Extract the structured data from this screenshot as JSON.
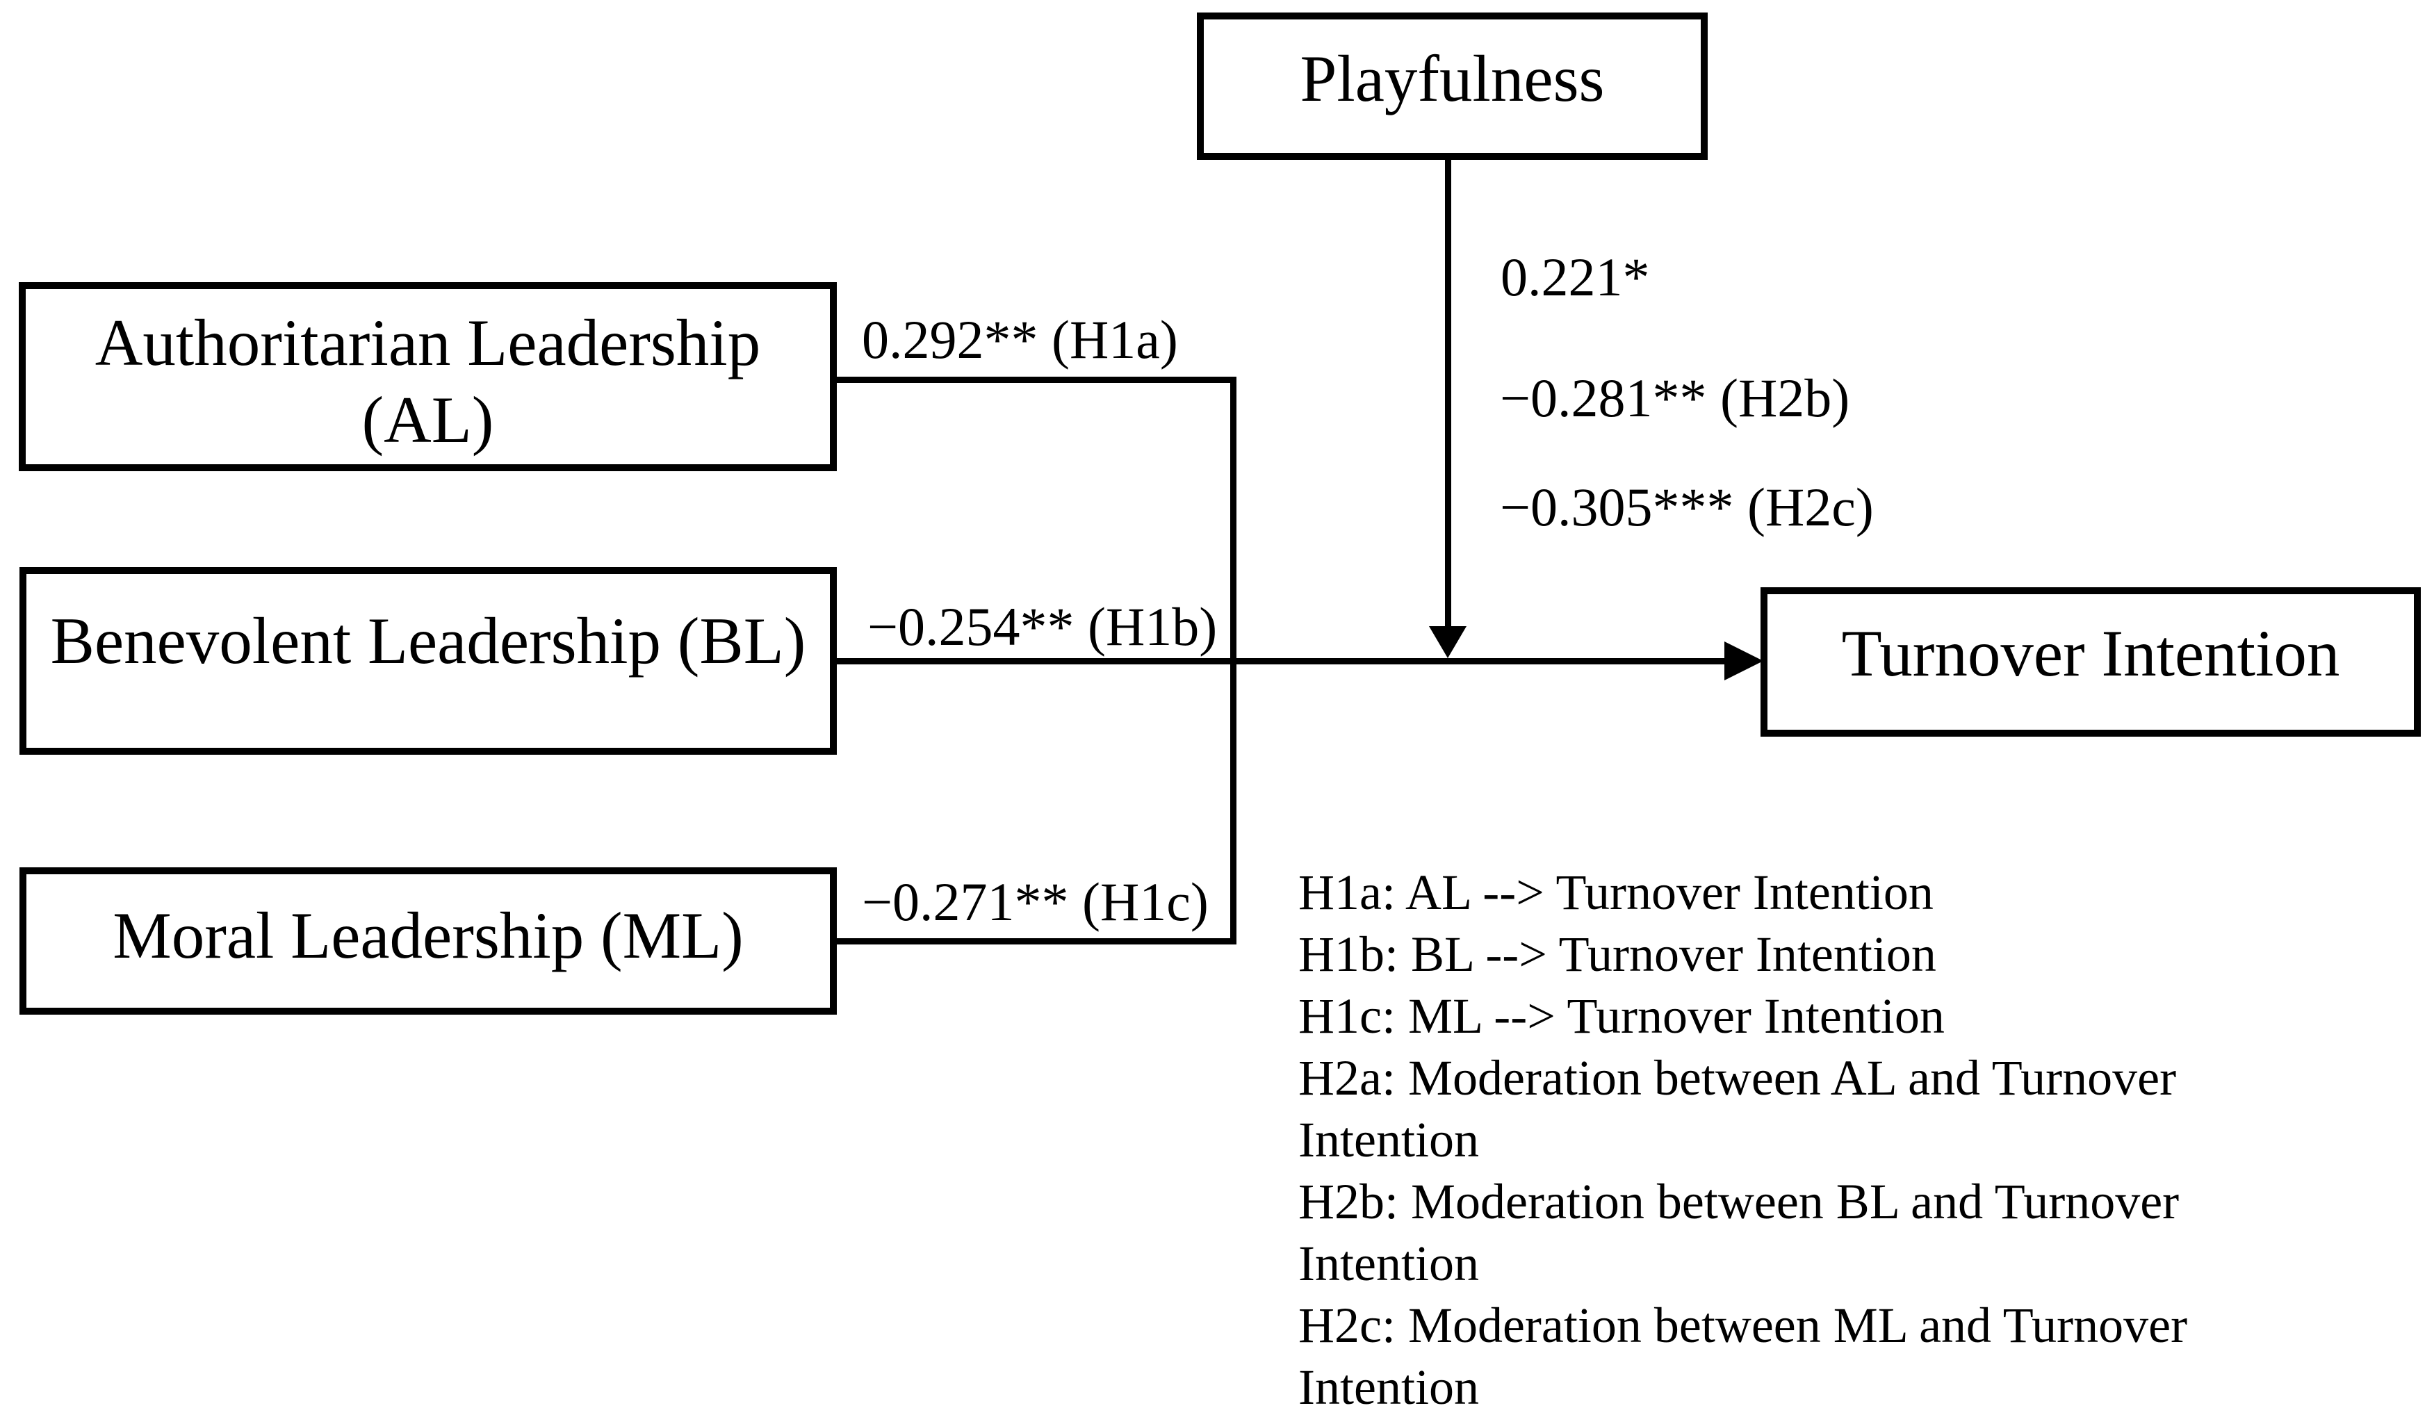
{
  "figure": {
    "kind": "moderation-path-model",
    "background": "#ffffff",
    "ink": "#000000"
  },
  "nodes": {
    "playfulness": {
      "label": "Playfulness"
    },
    "authoritarian": {
      "lines": [
        "Authoritarian Leadership",
        "(AL)"
      ]
    },
    "benevolent": {
      "label": "Benevolent Leadership (BL)"
    },
    "moral": {
      "label": "Moral Leadership (ML)"
    },
    "turnover": {
      "label": "Turnover Intention"
    }
  },
  "path_labels": {
    "h1a": "0.292** (H1a)",
    "h1b": "−0.254** (H1b)",
    "h1c": "−0.271** (H1c)",
    "moderation_a": "0.221*",
    "moderation_b": "−0.281** (H2b)",
    "moderation_c": "−0.305*** (H2c)"
  },
  "legend": {
    "items": [
      "H1a: AL --> Turnover Intention",
      "H1b: BL --> Turnover Intention",
      "H1c: ML --> Turnover Intention",
      "H2a: Moderation between AL and Turnover Intention",
      "H2b: Moderation between BL and Turnover Intention",
      "H2c: Moderation between ML and Turnover Intention"
    ]
  }
}
